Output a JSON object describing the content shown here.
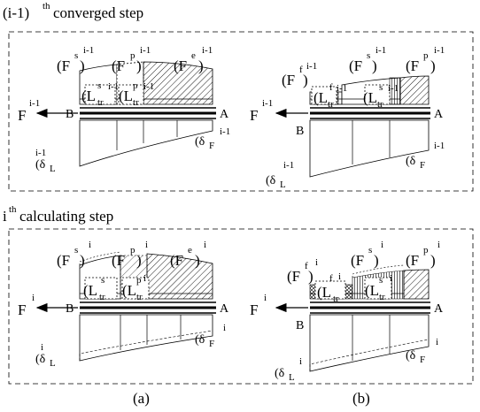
{
  "sections": {
    "top_title": {
      "main": "converged step",
      "prefix": "(i-1)",
      "sup": "th"
    },
    "bottom_title": {
      "prefix": "i",
      "sup": "th",
      "main": " calculating step"
    }
  },
  "captions": {
    "a": "(a)",
    "b": "(b)"
  },
  "points": {
    "A": "A",
    "B": "B"
  },
  "symbols": {
    "F": "F",
    "Fs": "(F",
    "Fp": "(F",
    "Fe": "(F",
    "Ff": "(F",
    "s": "s",
    "p": "p",
    "e": "e",
    "f": "f",
    "close": ")",
    "im1": "i-1",
    "i": "i",
    "Ltr_open": "(L",
    "tr": "tr",
    "dL": "(δ",
    "L": "L",
    "dF": "(δ",
    "Fsub": "F"
  }
}
